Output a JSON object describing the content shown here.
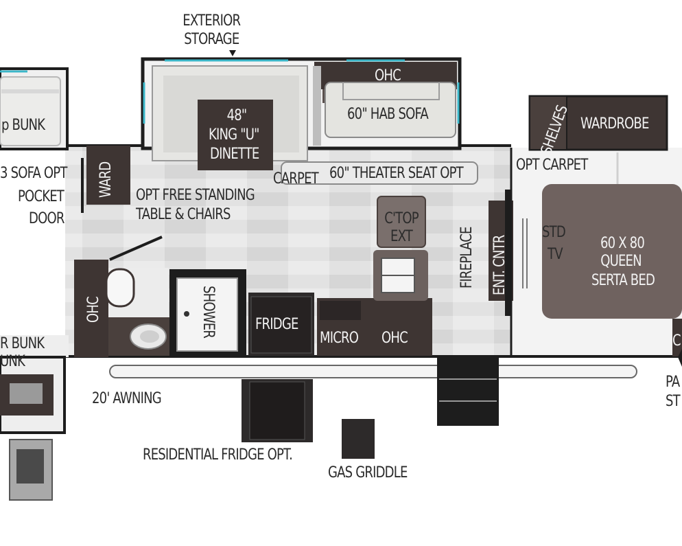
{
  "labels": {
    "exterior_storage_1": "EXTERIOR",
    "exterior_storage_2": "STORAGE",
    "ohc_slide": "OHC",
    "hab_sofa": "60\" HAB SOFA",
    "dinette_1": "48\"",
    "dinette_2": "KING \"U\"",
    "dinette_3": "DINETTE",
    "carpet": "CARPET",
    "theater_seat": "60\" THEATER SEAT OPT",
    "bunk_top": "p BUNK",
    "sofa_opt": "3 SOFA OPT",
    "pocket_door_1": "POCKET",
    "pocket_door_2": "DOOR",
    "ward": "WARD",
    "free_standing_1": "OPT FREE STANDING",
    "free_standing_2": "TABLE & CHAIRS",
    "ctop_ext_1": "C'TOP",
    "ctop_ext_2": "EXT",
    "fireplace": "FIREPLACE",
    "ent_cntr": "ENT. CNTR",
    "shelves": "SHELVES",
    "wardrobe": "WARDROBE",
    "opt_carpet": "OPT CARPET",
    "std_tv_1": "STD",
    "std_tv_2": "TV",
    "bed_1": "60 X 80",
    "bed_2": "QUEEN",
    "bed_3": "SERTA BED",
    "ohc_bath": "OHC",
    "shower": "SHOWER",
    "fridge": "FRIDGE",
    "micro": "MICRO",
    "ohc_kitchen": "OHC",
    "bunk_bottom_1": "R BUNK",
    "bunk_bottom_2": "UNK",
    "awning": "20' AWNING",
    "residential_fridge": "RESIDENTIAL FRIDGE OPT.",
    "gas_griddle": "GAS GRIDDLE",
    "pa_1": "PA",
    "pa_2": "ST",
    "c_right": "C"
  },
  "colors": {
    "wall": "#1d1d1d",
    "dark_cabinet": "#3e3533",
    "bed": "#6f625f",
    "floor": "#dedede",
    "floor_light": "#efefef",
    "sofa": "#e4e4e0",
    "window_accent": "#3ab6c8"
  }
}
